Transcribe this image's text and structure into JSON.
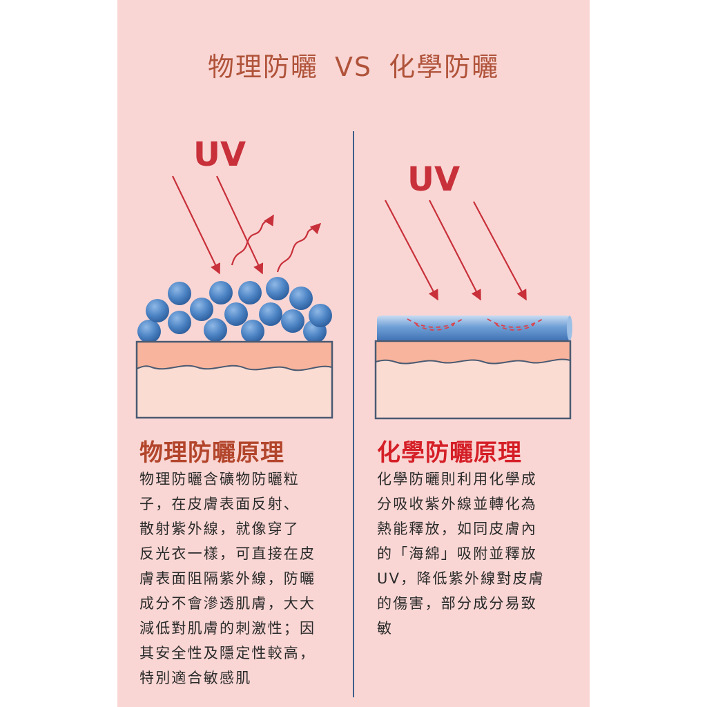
{
  "title": {
    "left": "物理防曬",
    "vs": "VS",
    "right": "化學防曬"
  },
  "physical": {
    "uv_label": "UV",
    "heading": "物理防曬原理",
    "lines": [
      "物理防曬含礦物防曬粒",
      "子，在皮膚表面反射、",
      "散射紫外線，就像穿了",
      "反光衣一樣，可直接在皮",
      "膚表面阻隔紫外線，防曬",
      "成分不會滲透肌膚，大大",
      "減低對肌膚的刺激性；因",
      "其安全性及隱定性較高，",
      "特別適合敏感肌"
    ]
  },
  "chemical": {
    "uv_label": "UV",
    "heading": "化學防曬原理",
    "lines": [
      "化學防曬則利用化學成",
      "分吸收紫外線並轉化為",
      "熱能釋放，如同皮膚內",
      "的「海綿」吸附並釋放",
      "UV，降低紫外線對皮膚",
      "的傷害，部分成分易致",
      "敏"
    ]
  },
  "colors": {
    "background": "#f9d6d4",
    "title": "#b0533a",
    "uv_red": "#c8303a",
    "physical_heading": "#b2452b",
    "chemical_heading": "#d51f27",
    "particle_blue": "#4f86c6",
    "skin_top": "#f8b49c",
    "skin_bottom": "#fbdcd2",
    "divider": "#3e5f8a"
  }
}
